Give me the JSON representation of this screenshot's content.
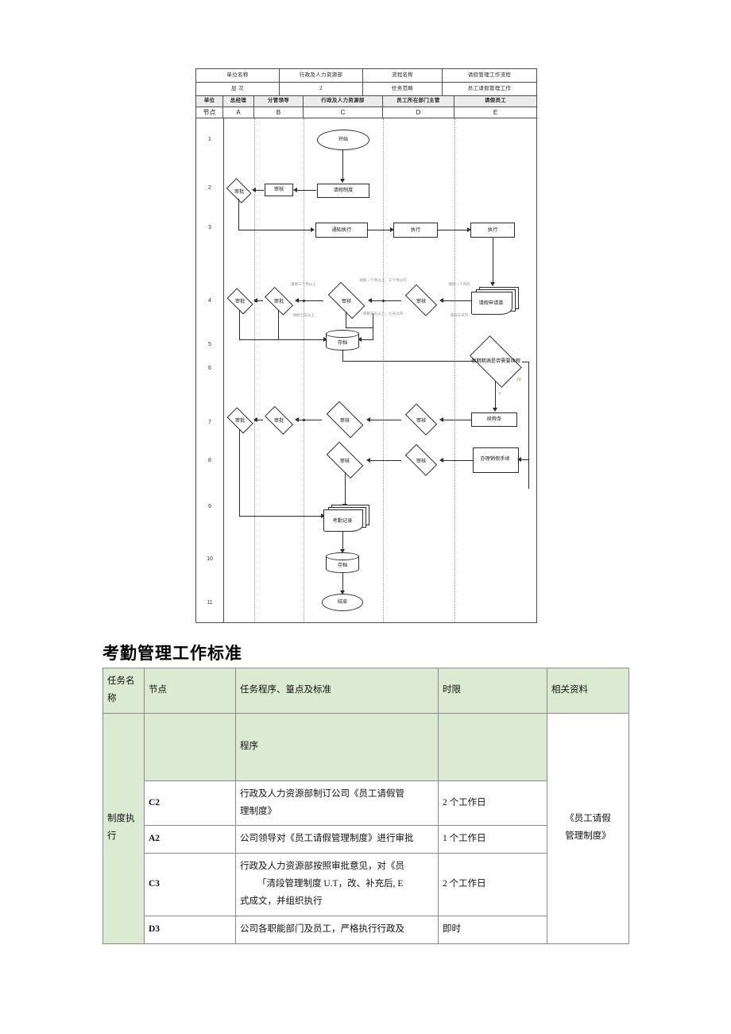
{
  "flowchart": {
    "meta": [
      {
        "label": "单位名称",
        "value": "行政及人力资源部",
        "label2": "流程名称",
        "value2": "请假管理工作流程"
      },
      {
        "label": "层    次",
        "value": "2",
        "label2": "任务范畴",
        "value2": "员工请假管理工作"
      }
    ],
    "columns": [
      {
        "unit": "单位",
        "node": "节点"
      },
      {
        "unit": "总经理",
        "node": "A"
      },
      {
        "unit": "分管领导",
        "node": "B"
      },
      {
        "unit": "行政及人力资源部",
        "node": "C"
      },
      {
        "unit": "员工所在部门主管",
        "node": "D"
      },
      {
        "unit": "请假员工",
        "node": "E"
      }
    ],
    "row_numbers": [
      "1",
      "2",
      "3",
      "4",
      "5",
      "6",
      "7",
      "8",
      "9",
      "10",
      "11"
    ],
    "nodes": {
      "start": "开始",
      "leave_policy": "请假制度",
      "b_review_r2": "审核",
      "a_approve_r2": "审批",
      "notify_exec": "通知执行",
      "exec_d": "执行",
      "exec_e": "执行",
      "a_approve_r4": "审批",
      "b_approve_r4": "审批",
      "c_review_r4": "审核",
      "d_review_r4": "审核",
      "leave_form": "请假申请单",
      "archive_r5": "存档",
      "need_extend": "假期期满是否需要续假",
      "extend_form": "续假条",
      "a_approve_r7": "审批",
      "b_approve_r7": "审批",
      "c_review_r7": "审核",
      "d_review_r7": "审核",
      "c_review_r8": "审核",
      "d_review_r8": "审核",
      "cancel_leave": "办理销假手续",
      "attendance_record": "考勤记录",
      "archive_r10": "存档",
      "end": "结束"
    },
    "annotations": {
      "note_a_top": "请假三个月以上",
      "note_a_bottom": "请假七天以上",
      "note_b_top": "请假一个月以上、三个月以内",
      "note_b_bottom": "请假三天以上、七天以内",
      "note_c_top": "请假一个月内",
      "note_c_bottom": "请假三天内",
      "branch_no": "N",
      "branch_yes": "Y"
    }
  },
  "standard": {
    "title": "考勤管理工作标准",
    "headers": [
      "任务名称",
      "节点",
      "任务程序、篁点及标准",
      "时限",
      "相关资料"
    ],
    "task_name": "制度执行",
    "related_doc": "《员工请假管理制度》",
    "rows": [
      {
        "node": "",
        "procedure": "程序",
        "time": "",
        "green": true
      },
      {
        "node": "C2",
        "procedure": "行政及人力资源部制订公司《员工请假管理制度》",
        "time": "2 个工作日",
        "green": false
      },
      {
        "node": "A2",
        "procedure": "公司领导对《员工请假管理制度》进行审批",
        "time": "1 个工作日",
        "green": false
      },
      {
        "node": "C3",
        "procedure": "行政及人力资源部按照审批意见，对《员「清段管理制度 U.T，改、补充后, E式成文，并组织执行",
        "time": "2 个工作日",
        "green": false
      },
      {
        "node": "D3",
        "procedure": "公司各职能部门及员工，严格执行行政及",
        "time": "即时",
        "green": false
      }
    ],
    "row3_lines": [
      "行政及人力资源部按照审批意见，对《员",
      "「清段管理制度 U.T，改、补充后, E",
      "式成文，并组织执行"
    ],
    "row1_lines": [
      "行政及人力资源部制订公司《员工请假管",
      "理制度》"
    ],
    "related_lines": [
      "《员工请假",
      "管理制度》"
    ]
  }
}
